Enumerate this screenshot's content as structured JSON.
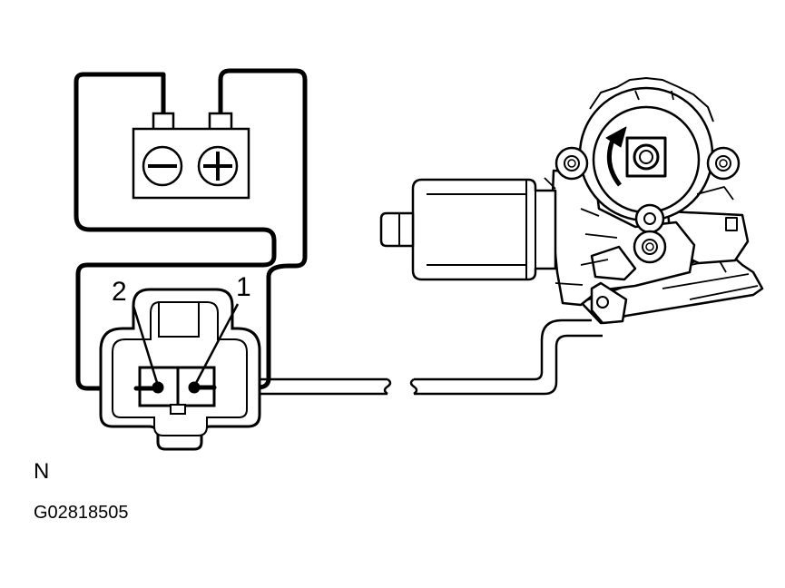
{
  "diagram": {
    "pin_labels": [
      "2",
      "1"
    ],
    "battery_terminals": [
      "negative-terminal-icon",
      "positive-terminal-icon"
    ],
    "corner_label": "N",
    "figure_code": "G02818505",
    "line_color": "#000000",
    "background": "#ffffff"
  }
}
